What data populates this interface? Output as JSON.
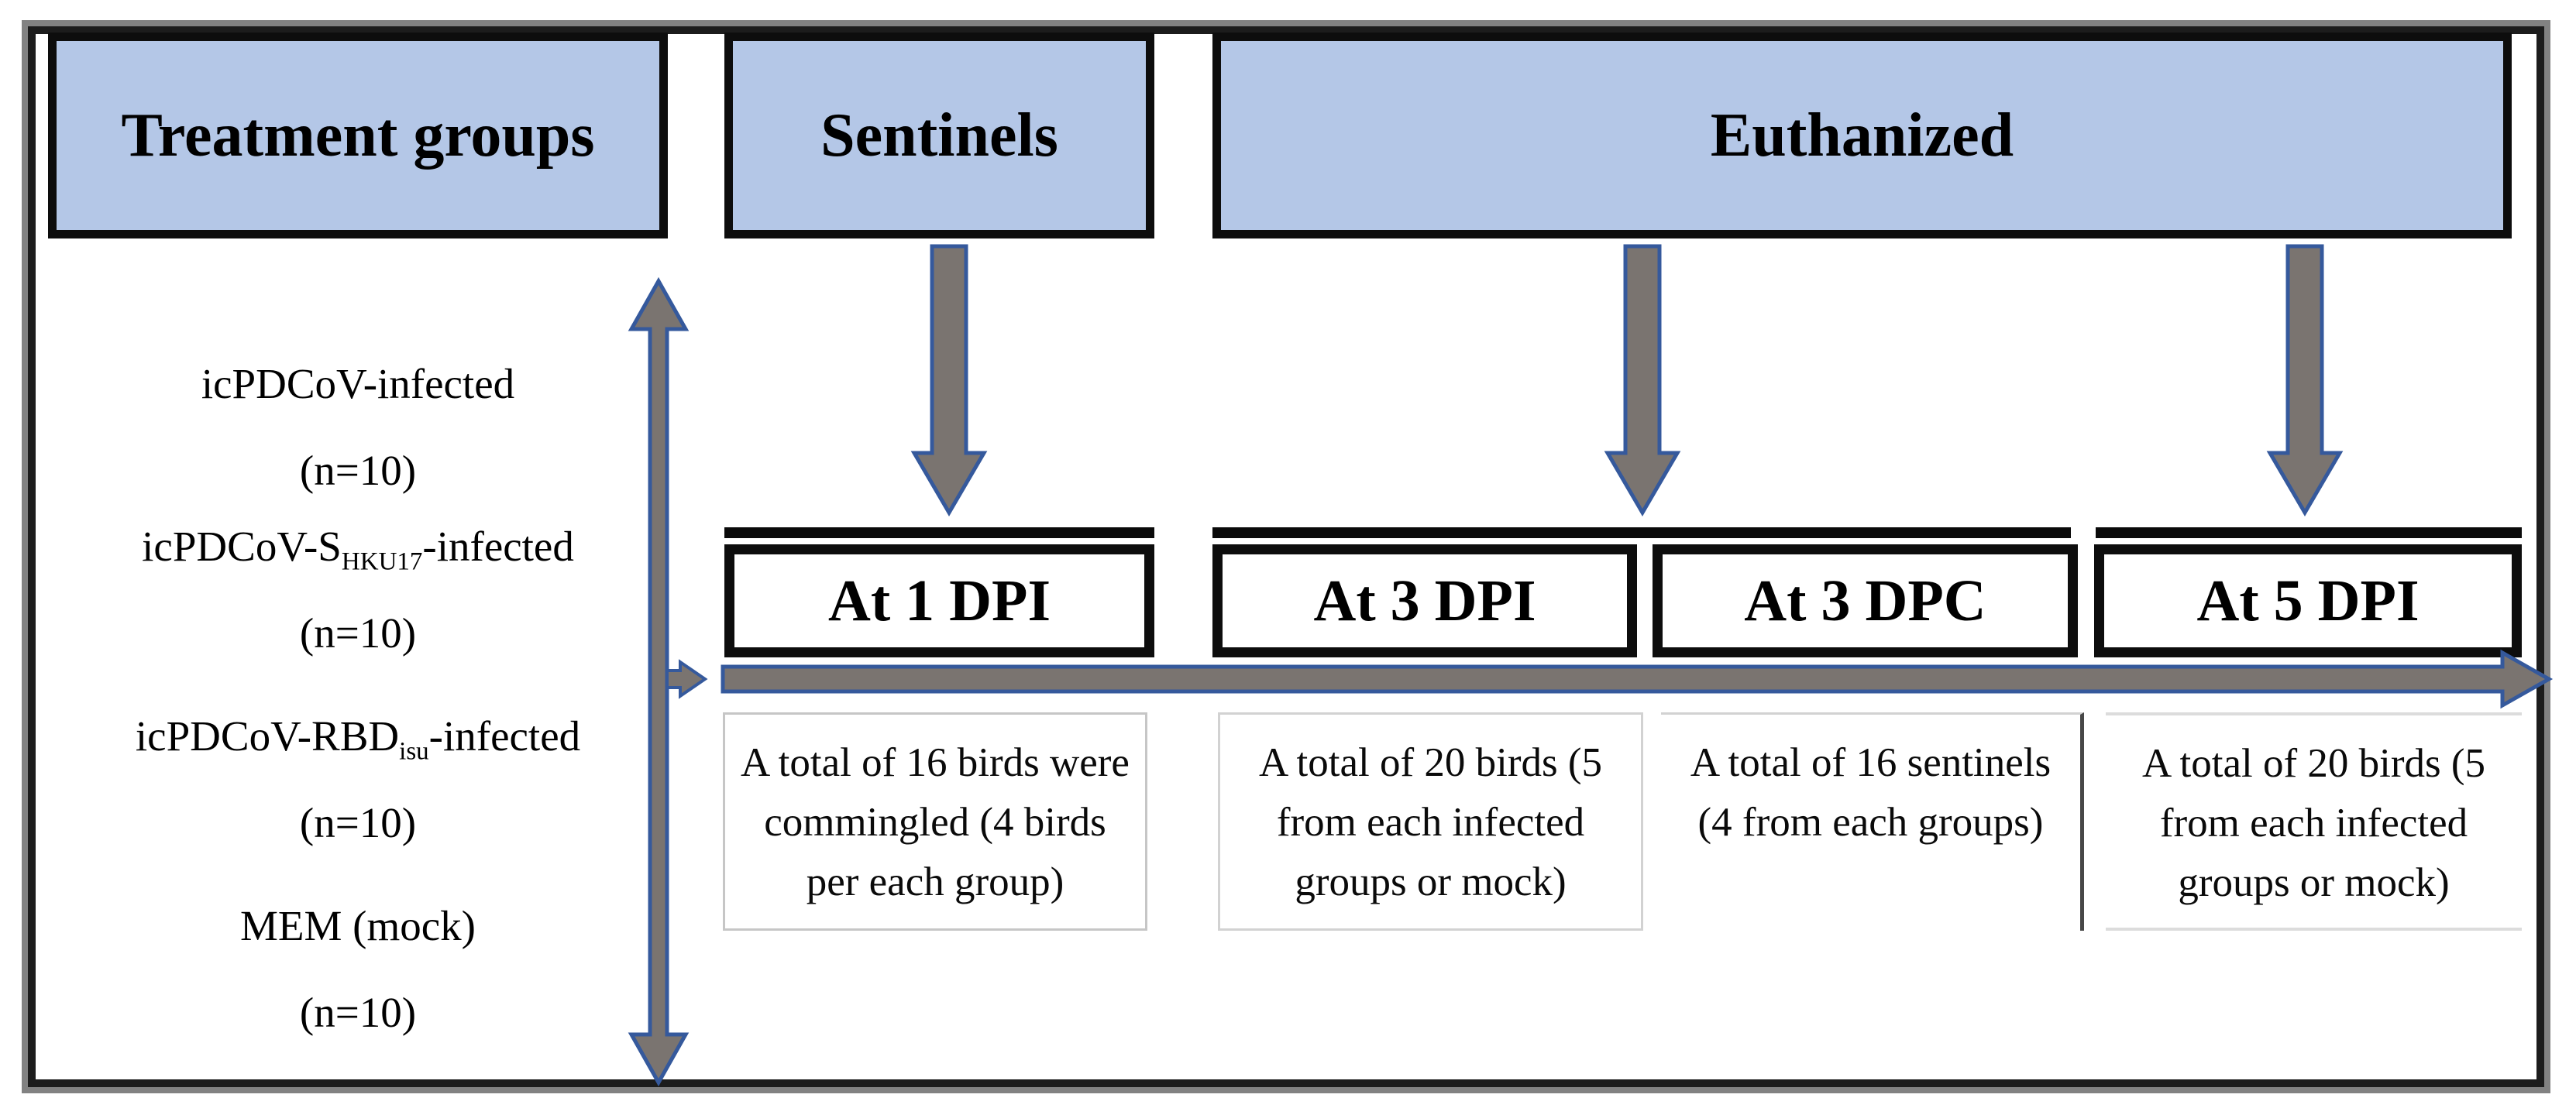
{
  "figure": {
    "headers": {
      "treatment": "Treatment groups",
      "sentinels": "Sentinels",
      "euthanized": "Euthanized"
    },
    "groups": [
      {
        "pre": "icPDCoV-infected",
        "sub": "",
        "post": "",
        "n": "(n=10)"
      },
      {
        "pre": "icPDCoV-S",
        "sub": "HKU17",
        "post": "-infected",
        "n": "(n=10)"
      },
      {
        "pre": "icPDCoV-RBD",
        "sub": "isu",
        "post": "-infected",
        "n": "(n=10)"
      },
      {
        "pre": "MEM (mock)",
        "sub": "",
        "post": "",
        "n": "(n=10)"
      }
    ],
    "timepoints": [
      {
        "label": "At 1 DPI",
        "note": "A total of 16 birds were commingled (4 birds per each group)"
      },
      {
        "label": "At 3 DPI",
        "note": "A total of 20 birds (5 from each infected groups or mock)"
      },
      {
        "label": "At 3 DPC",
        "note": "A total of 16 sentinels (4 from each groups)"
      },
      {
        "label": "At 5 DPI",
        "note": "A total of 20 birds (5 from each infected groups or mock)"
      }
    ],
    "colors": {
      "header_fill": "#b4c7e7",
      "box_border": "#0d0d0d",
      "arrow_fill": "#7a7470",
      "arrow_outline": "#35599c",
      "frame_gray": "#828282"
    }
  }
}
